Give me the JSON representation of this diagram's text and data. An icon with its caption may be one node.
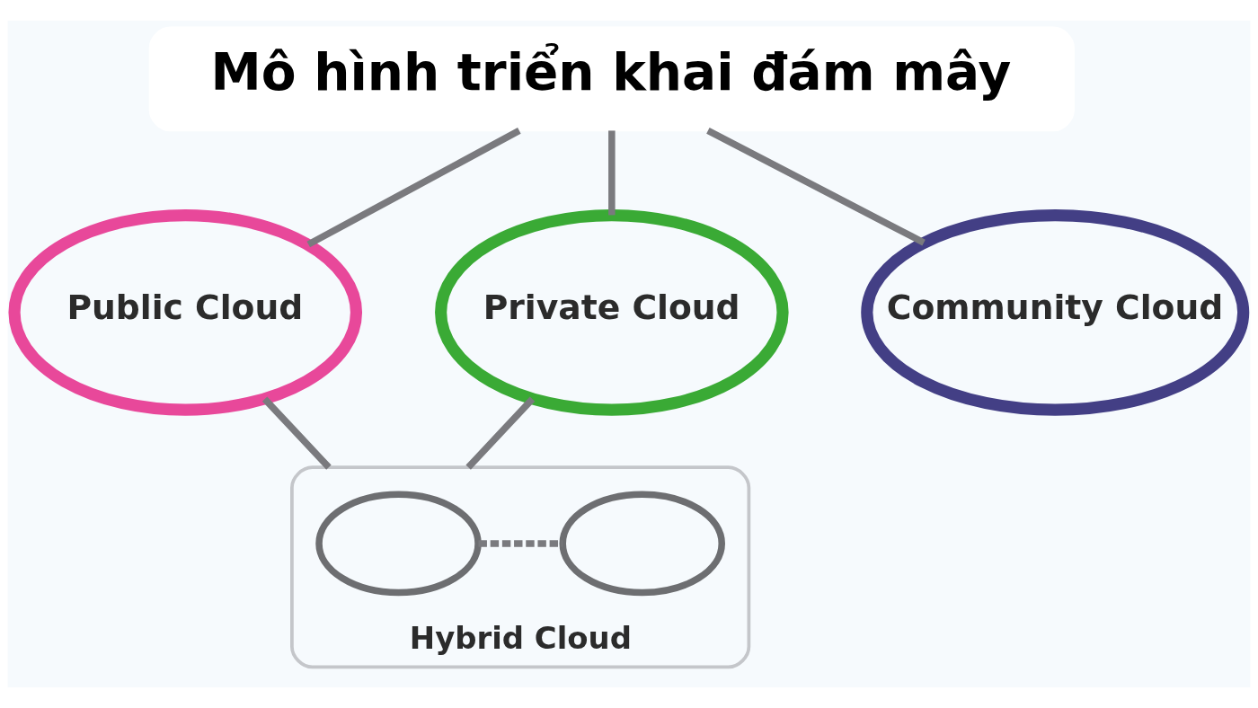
{
  "diagram": {
    "nodes": [
      {
        "text": [
          "Mô hình triển khai đám mây"
        ]
      },
      {
        "text": [
          "Public Cloud"
        ]
      },
      {
        "text": [
          "Private Cloud"
        ]
      },
      {
        "text": [
          "Community Cloud"
        ]
      },
      {
        "text": [
          "Hybrid Cloud"
        ]
      },
      {
        "text": [],
        "shape": "cloud",
        "in": 4
      },
      {
        "text": [],
        "shape": "cloud",
        "in": 4
      }
    ],
    "edges": [
      {
        "from": 0,
        "to": 1,
        "arrow": "none"
      },
      {
        "from": 0,
        "to": 2,
        "arrow": "none"
      },
      {
        "from": 0,
        "to": 3,
        "arrow": "none"
      },
      {
        "from": 1,
        "to": 4,
        "arrow": "none"
      },
      {
        "from": 2,
        "to": 4,
        "arrow": "none"
      },
      {
        "from": 5,
        "to": 6,
        "arrow": "none",
        "style": "dashed"
      }
    ]
  }
}
